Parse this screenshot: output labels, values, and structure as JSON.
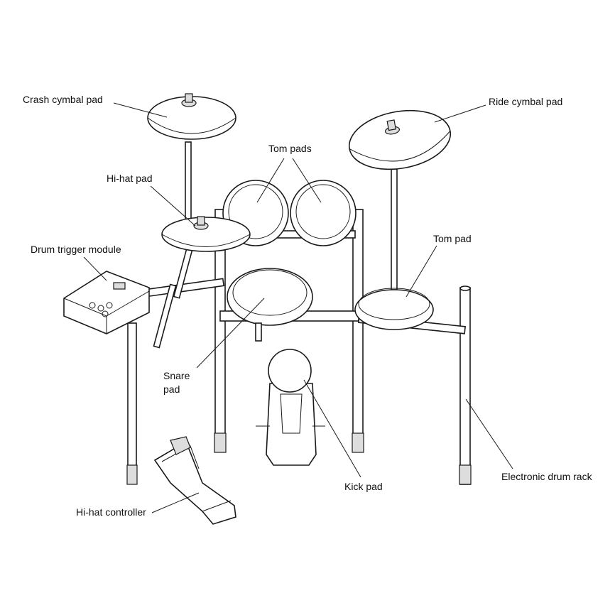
{
  "title": "Electronic drum kit parts",
  "labels": {
    "crash": "Crash cymbal pad",
    "ride": "Ride cymbal pad",
    "tom_pads": "Tom pads",
    "hihat_pad": "Hi-hat pad",
    "module": "Drum trigger module",
    "tom_pad": "Tom pad",
    "snare_line1": "Snare",
    "snare_line2": "pad",
    "kick": "Kick pad",
    "rack": "Electronic drum rack",
    "hihat_controller": "Hi-hat controller"
  }
}
